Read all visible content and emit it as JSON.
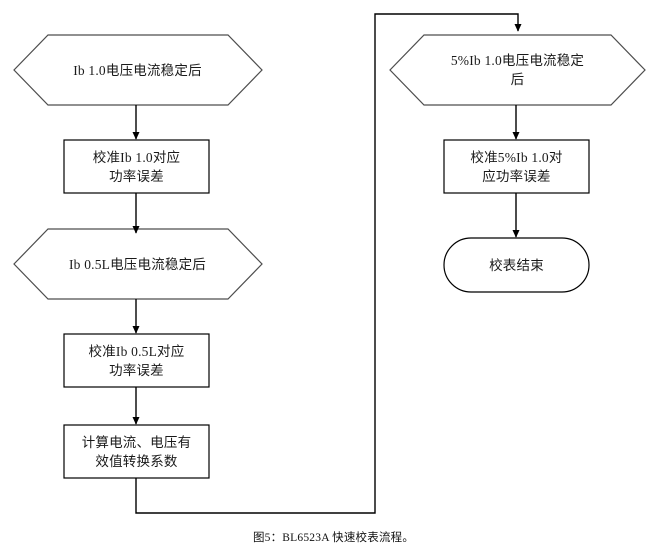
{
  "figure": {
    "caption": "图5：BL6523A 快速校表流程。",
    "stroke_color": "#4d4d4d",
    "arrow_color": "#000000",
    "text_color": "#1a1a1a",
    "background": "#ffffff"
  },
  "nodes": {
    "hex_ib10": {
      "shape": "hexagon",
      "label": "Ib 1.0电压电流稳定后"
    },
    "box_cal_ib10": {
      "shape": "process",
      "label": "校准Ib 1.0对应\n功率误差"
    },
    "hex_ib05l": {
      "shape": "hexagon",
      "label": "Ib 0.5L电压电流稳定后"
    },
    "box_cal_ib05l": {
      "shape": "process",
      "label": "校准Ib 0.5L对应\n功率误差"
    },
    "box_calc_coef": {
      "shape": "process",
      "label": "计算电流、电压有\n效值转换系数"
    },
    "hex_5ib10": {
      "shape": "hexagon",
      "label": "5%Ib 1.0电压电流稳定\n后"
    },
    "box_cal_5ib10": {
      "shape": "process",
      "label": "校准5%Ib 1.0对\n应功率误差"
    },
    "term_end": {
      "shape": "terminator",
      "label": "校表结束"
    }
  },
  "edges": [
    {
      "name": "edge-hex-ib10-to-cal-ib10",
      "from": "hex_ib10",
      "to": "box_cal_ib10",
      "type": "straight-down"
    },
    {
      "name": "edge-cal-ib10-to-hex-ib05l",
      "from": "box_cal_ib10",
      "to": "hex_ib05l",
      "type": "straight-down"
    },
    {
      "name": "edge-hex-ib05l-to-cal-ib05l",
      "from": "hex_ib05l",
      "to": "box_cal_ib05l",
      "type": "straight-down"
    },
    {
      "name": "edge-cal-ib05l-to-calc-coef",
      "from": "box_cal_ib05l",
      "to": "box_calc_coef",
      "type": "straight-down"
    },
    {
      "name": "edge-calc-coef-to-hex-5ib10",
      "from": "box_calc_coef",
      "to": "hex_5ib10",
      "type": "routed-around"
    },
    {
      "name": "edge-hex-5ib10-to-cal-5ib10",
      "from": "hex_5ib10",
      "to": "box_cal_5ib10",
      "type": "straight-down"
    },
    {
      "name": "edge-cal-5ib10-to-term-end",
      "from": "box_cal_5ib10",
      "to": "term_end",
      "type": "straight-down"
    }
  ]
}
